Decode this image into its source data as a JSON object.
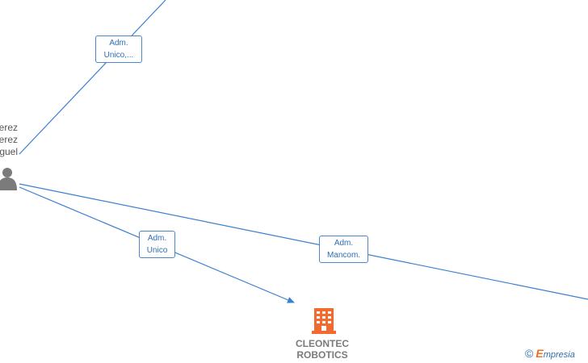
{
  "person": {
    "name_lines": [
      "erez",
      "erez",
      "guel"
    ]
  },
  "edges": {
    "top": {
      "label_line1": "Adm.",
      "label_line2": "Unico,..."
    },
    "cleontec": {
      "label_line1": "Adm.",
      "label_line2": "Unico"
    },
    "right": {
      "label_line1": "Adm.",
      "label_line2": "Mancom."
    }
  },
  "company": {
    "name_line1": "CLEONTEC",
    "name_line2": "ROBOTICS"
  },
  "brand": {
    "copyright": "©",
    "initial": "E",
    "rest": "mpresia"
  },
  "colors": {
    "edge": "#3b7fd0",
    "person_icon": "#7b7b7b",
    "company_icon": "#f26a30"
  }
}
